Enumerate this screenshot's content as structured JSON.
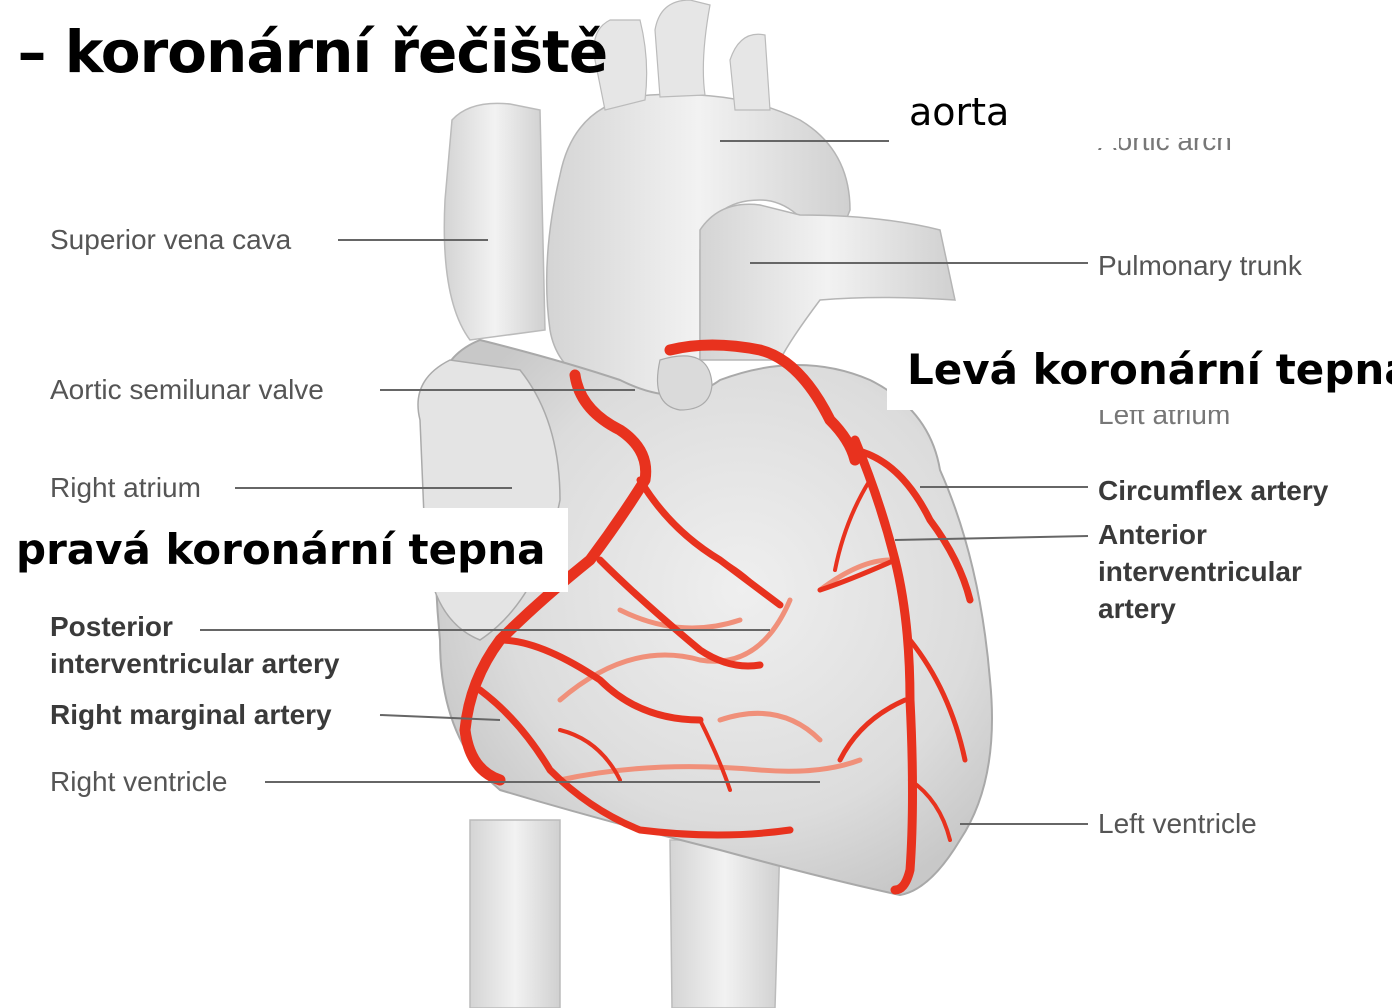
{
  "title": "e – koronární řečiště",
  "overlay_labels": {
    "aorta": "aorta",
    "left_coronary": "Levá koronární tepna",
    "right_coronary": "pravá koronární tepna"
  },
  "labels": {
    "superior_vena_cava": "Superior vena cava",
    "pulmonary_trunk": "Pulmonary trunk",
    "aortic_semilunar_valve": "Aortic semilunar valve",
    "right_atrium": "Right atrium",
    "circumflex_artery": "Circumflex artery",
    "anterior_interventricular_artery": "Anterior\ninterventricular\nartery",
    "posterior_interventricular_artery": "Posterior\ninterventricular artery",
    "right_marginal_artery": "Right marginal artery",
    "right_ventricle": "Right ventricle",
    "left_ventricle": "Left ventricle",
    "aortic_arch_partial": "Aortic arch",
    "left_atrium_partial": "Left atrium"
  },
  "colors": {
    "artery": "#e8321e",
    "artery_faded": "#f0907a",
    "heart_fill": "#e2e2e2",
    "leader_line": "#666666"
  }
}
